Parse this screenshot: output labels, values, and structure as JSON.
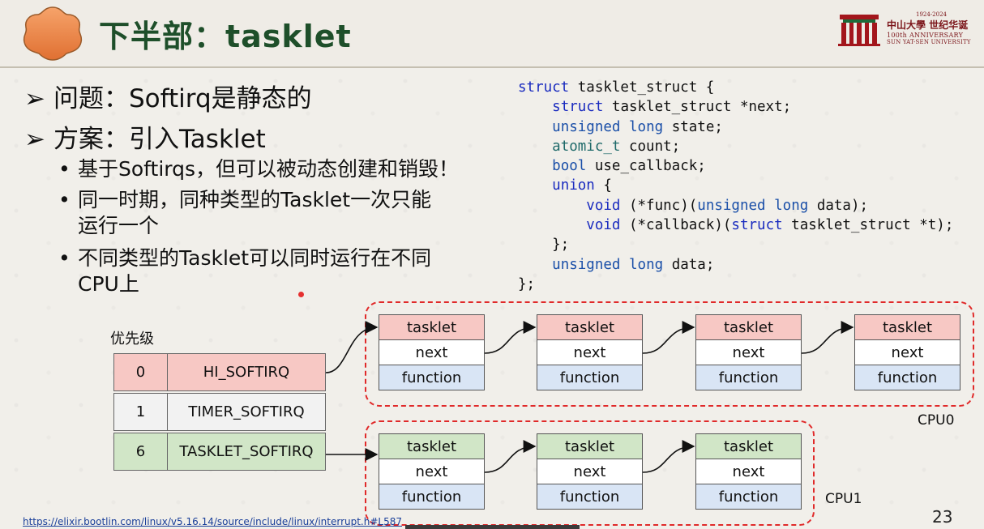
{
  "header": {
    "title": "下半部：tasklet",
    "university": {
      "years": "1924-2024",
      "name_cn": "中山大學 世纪华诞",
      "anniv": "100th ANNIVERSARY",
      "name_en": "SUN YAT-SEN UNIVERSITY"
    }
  },
  "bullets": {
    "q": "问题：Softirq是静态的",
    "a": "方案：引入Tasklet",
    "sub": [
      [
        "基于Softirqs，但可以被动态创建和销毁！"
      ],
      [
        "同一时期，同种类型的Tasklet一次只能",
        "运行一个"
      ],
      [
        "不同类型的Tasklet可以同时运行在不同",
        "CPU上"
      ]
    ]
  },
  "code": {
    "lines": [
      [
        [
          "kw",
          "struct"
        ],
        [
          "p",
          " tasklet_struct {"
        ]
      ],
      [
        [
          "p",
          "    "
        ],
        [
          "kw",
          "struct"
        ],
        [
          "p",
          " tasklet_struct *next;"
        ]
      ],
      [
        [
          "p",
          "    "
        ],
        [
          "ty",
          "unsigned"
        ],
        [
          "p",
          " "
        ],
        [
          "ty",
          "long"
        ],
        [
          "p",
          " state;"
        ]
      ],
      [
        [
          "p",
          "    "
        ],
        [
          "at",
          "atomic_t"
        ],
        [
          "p",
          " count;"
        ]
      ],
      [
        [
          "p",
          "    "
        ],
        [
          "ty",
          "bool"
        ],
        [
          "p",
          " use_callback;"
        ]
      ],
      [
        [
          "p",
          "    "
        ],
        [
          "kw",
          "union"
        ],
        [
          "p",
          " {"
        ]
      ],
      [
        [
          "p",
          "        "
        ],
        [
          "kw",
          "void"
        ],
        [
          "p",
          " (*func)("
        ],
        [
          "ty",
          "unsigned"
        ],
        [
          "p",
          " "
        ],
        [
          "ty",
          "long"
        ],
        [
          "p",
          " data);"
        ]
      ],
      [
        [
          "p",
          "        "
        ],
        [
          "kw",
          "void"
        ],
        [
          "p",
          " (*callback)("
        ],
        [
          "kw",
          "struct"
        ],
        [
          "p",
          " tasklet_struct *t);"
        ]
      ],
      [
        [
          "p",
          "    };"
        ]
      ],
      [
        [
          "p",
          "    "
        ],
        [
          "ty",
          "unsigned"
        ],
        [
          "p",
          " "
        ],
        [
          "ty",
          "long"
        ],
        [
          "p",
          " data;"
        ]
      ],
      [
        [
          "p",
          "};"
        ]
      ]
    ]
  },
  "priority": {
    "label": "优先级",
    "rows": [
      {
        "num": "0",
        "name": "HI_SOFTIRQ",
        "color": "#f7c8c4"
      },
      {
        "num": "1",
        "name": "TIMER_SOFTIRQ",
        "color": "#f2f2f2"
      },
      {
        "num": "6",
        "name": "TASKLET_SOFTIRQ",
        "color": "#d1e6c7"
      }
    ]
  },
  "tasklet_node": {
    "head": "tasklet",
    "next": "next",
    "func": "function"
  },
  "cpus": {
    "cpu0": "CPU0",
    "cpu1": "CPU1"
  },
  "footer": {
    "url": "https://elixir.bootlin.com/linux/v5.16.14/source/include/linux/interrupt.h#L587",
    "page": "23"
  },
  "colors": {
    "title": "#1e4f2a",
    "red_dashed": "#e02a2a",
    "link": "#1a3f99"
  }
}
